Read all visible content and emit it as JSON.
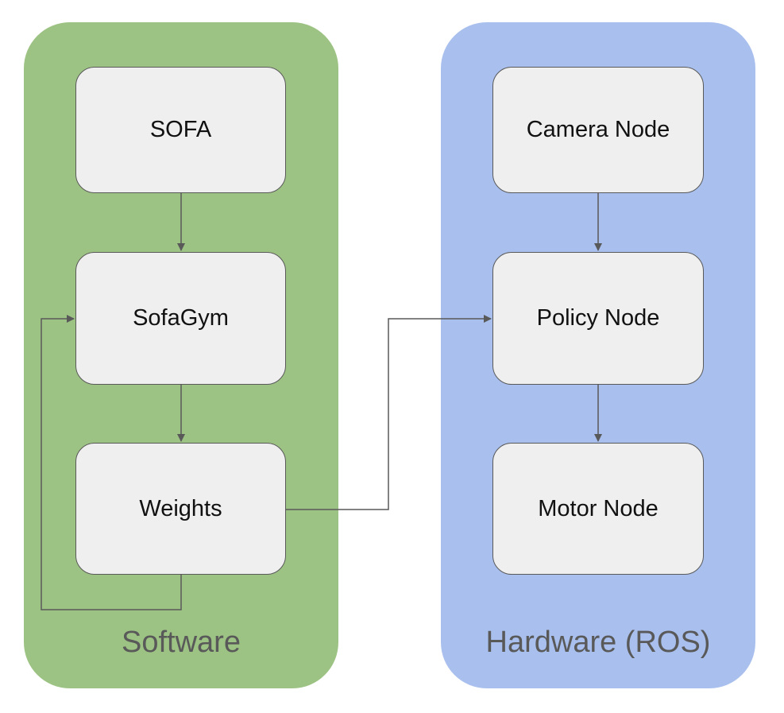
{
  "groups": {
    "software": {
      "label": "Software"
    },
    "hardware": {
      "label": "Hardware (ROS)"
    }
  },
  "nodes": {
    "sofa": "SOFA",
    "sofagym": "SofaGym",
    "weights": "Weights",
    "camera": "Camera Node",
    "policy": "Policy Node",
    "motor": "Motor Node"
  },
  "colors": {
    "software_bg": "#9dc384",
    "hardware_bg": "#a9c0ee",
    "node_bg": "#efefef",
    "stroke": "#595959"
  }
}
